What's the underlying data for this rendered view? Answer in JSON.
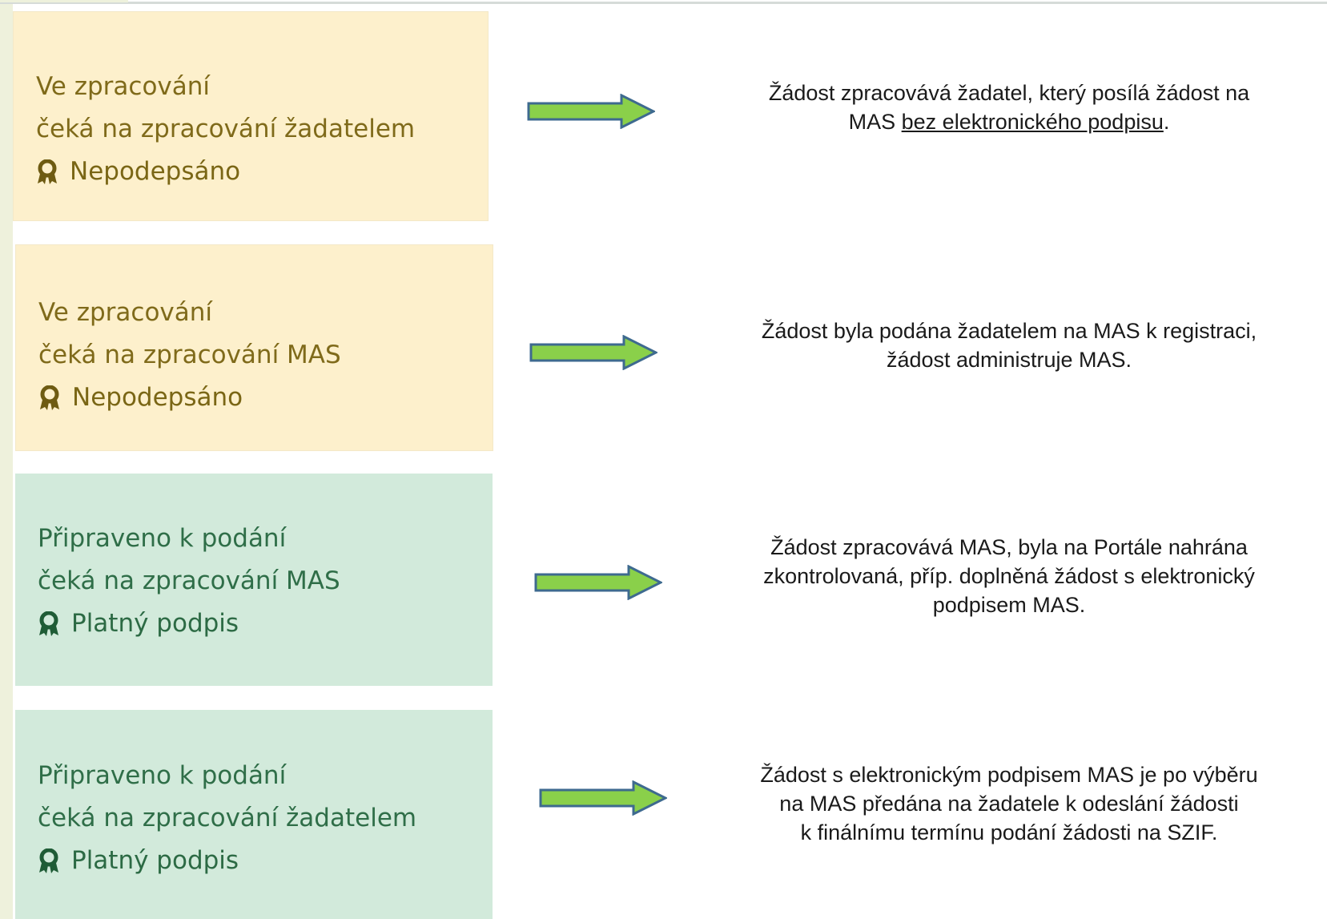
{
  "rows": [
    {
      "status": "Ve zpracování",
      "substatus": "čeká na zpracování žadatelem",
      "signature": "Nepodepsáno",
      "color": "#fdf0cc",
      "description": {
        "line1": "Žádost zpracovává žadatel, který posílá žádost na",
        "line2_prefix": "MAS ",
        "line2_underlined": "bez elektronického podpisu",
        "line2_suffix": "."
      }
    },
    {
      "status": "Ve zpracování",
      "substatus": "čeká na zpracování MAS",
      "signature": "Nepodepsáno",
      "color": "#fdf0cc",
      "description": {
        "line1": "Žádost byla podána žadatelem na MAS k registraci,",
        "line2": "žádost administruje MAS."
      }
    },
    {
      "status": "Připraveno k podání",
      "substatus": "čeká na zpracování MAS",
      "signature": "Platný podpis",
      "color": "#d2eadb",
      "description": {
        "line1": "Žádost zpracovává MAS, byla na Portále nahrána",
        "line2": "zkontrolovaná, příp. doplněná žádost s elektronický",
        "line3": "podpisem MAS."
      }
    },
    {
      "status": "Připraveno k podání",
      "substatus": "čeká na zpracování žadatelem",
      "signature": "Platný podpis",
      "color": "#d2eadb",
      "description": {
        "line1": "Žádost s elektronickým podpisem MAS je po výběru",
        "line2": "na MAS předána na žadatele k odeslání žádosti",
        "line3": "k finálnímu termínu podání žádosti na SZIF."
      }
    }
  ],
  "icons": {
    "signature": "award-ribbon-icon",
    "arrow": "right-arrow-icon"
  },
  "colors": {
    "arrow_fill": "#8ad04a",
    "arrow_stroke": "#3e6a8f",
    "yellow_text": "#7f6a1a",
    "green_text": "#2f6e48"
  }
}
